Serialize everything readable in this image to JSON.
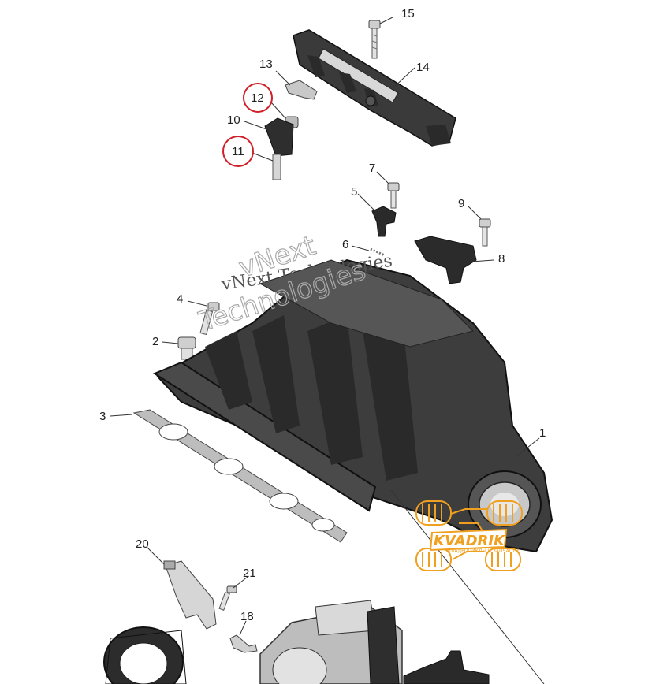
{
  "diagram": {
    "callouts": [
      "1",
      "2",
      "3",
      "4",
      "5",
      "6",
      "7",
      "8",
      "9",
      "10",
      "11",
      "12",
      "13",
      "14",
      "15",
      "18",
      "20",
      "21"
    ],
    "highlighted_callouts": [
      "11",
      "12"
    ],
    "highlight_color": "#d0202a"
  },
  "watermark": {
    "line1": "vNext Technologies",
    "line2": "vNext",
    "line3": "Technologies"
  },
  "logo": {
    "name": "KVADRIK",
    "tagline": "КВАДРОЦИКЛЫ И ЗАПЧАСТИ",
    "color": "#f0a020"
  }
}
